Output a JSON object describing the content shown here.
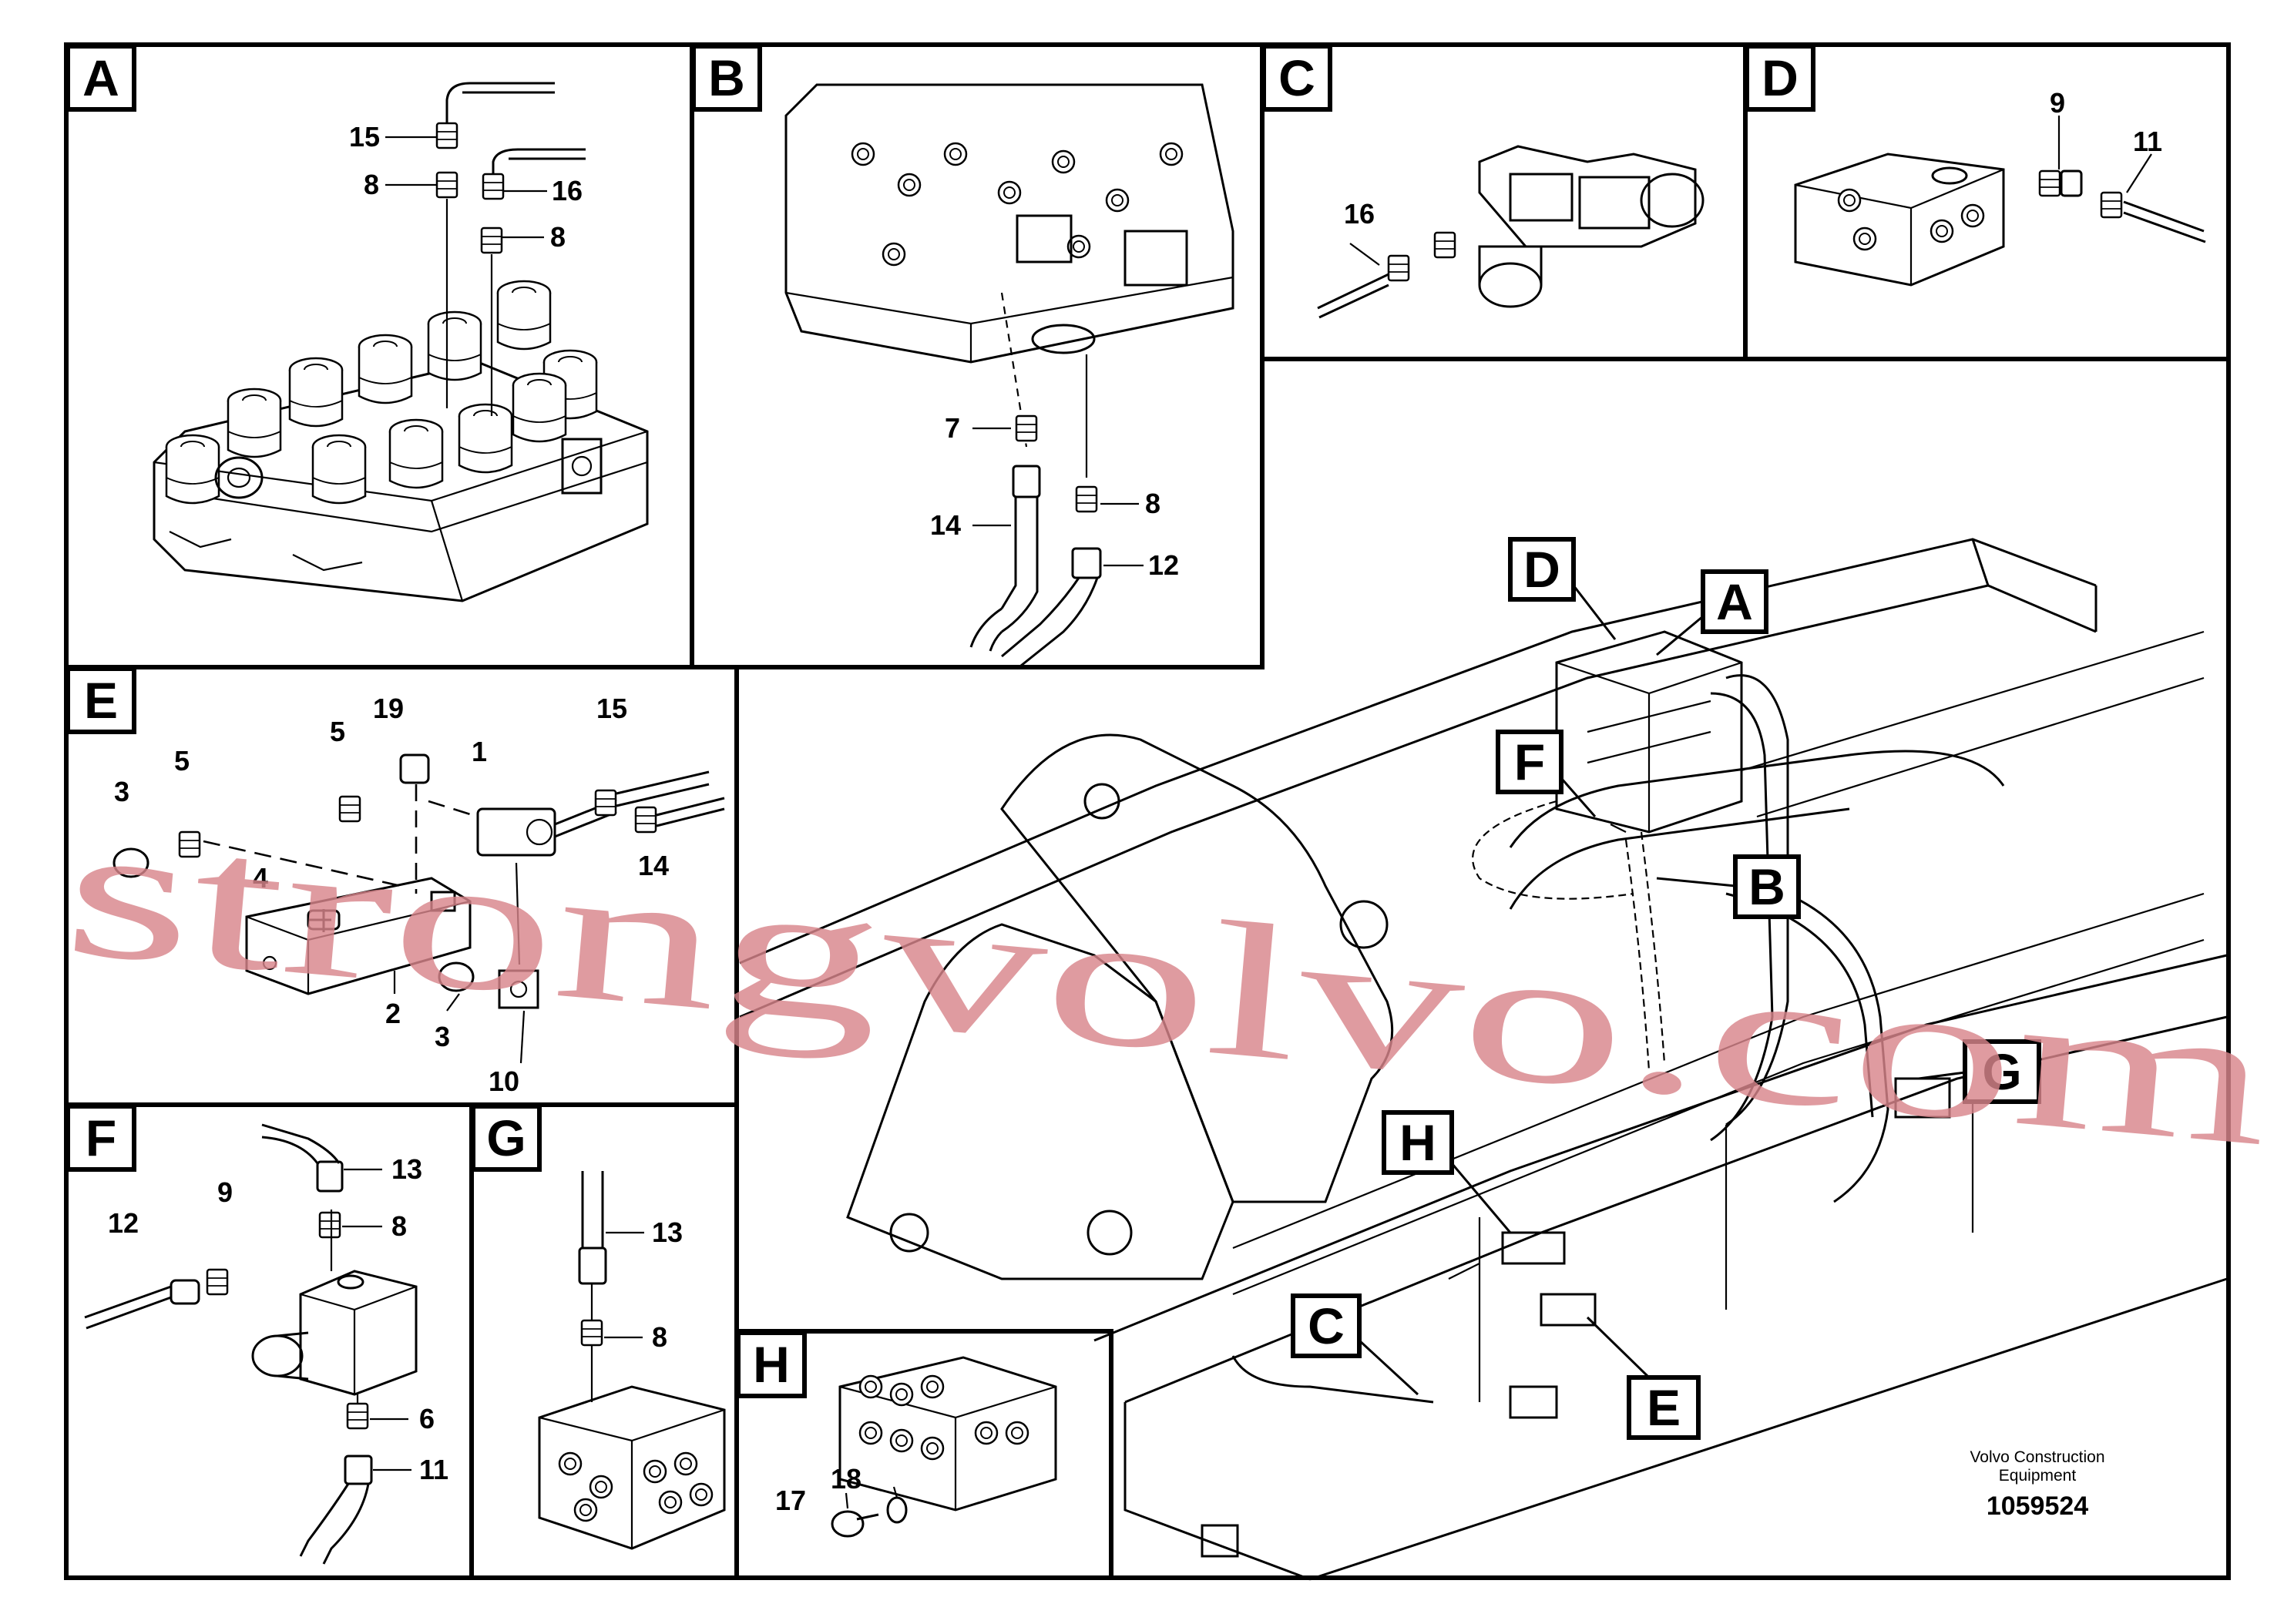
{
  "panels": [
    {
      "id": "A",
      "callouts": [
        "15",
        "8",
        "16",
        "8"
      ]
    },
    {
      "id": "B",
      "callouts": [
        "7",
        "14",
        "8",
        "12"
      ]
    },
    {
      "id": "C",
      "callouts": [
        "16"
      ]
    },
    {
      "id": "D",
      "callouts": [
        "9",
        "11"
      ]
    },
    {
      "id": "E",
      "callouts": [
        "19",
        "5",
        "5",
        "3",
        "1",
        "15",
        "14",
        "4",
        "2",
        "3",
        "10"
      ]
    },
    {
      "id": "F",
      "callouts": [
        "13",
        "8",
        "9",
        "12",
        "6",
        "11"
      ]
    },
    {
      "id": "G",
      "callouts": [
        "13",
        "8"
      ]
    },
    {
      "id": "H",
      "callouts": [
        "17",
        "18"
      ]
    }
  ],
  "overview_labels": [
    "D",
    "A",
    "F",
    "B",
    "G",
    "H",
    "C",
    "E"
  ],
  "caption": {
    "line1": "Volvo Construction",
    "line2": "Equipment",
    "number": "1059524"
  },
  "watermark": "strongvolvo.com",
  "colors": {
    "ink": "#000000",
    "paper": "#ffffff",
    "watermark": "#d8868c"
  }
}
